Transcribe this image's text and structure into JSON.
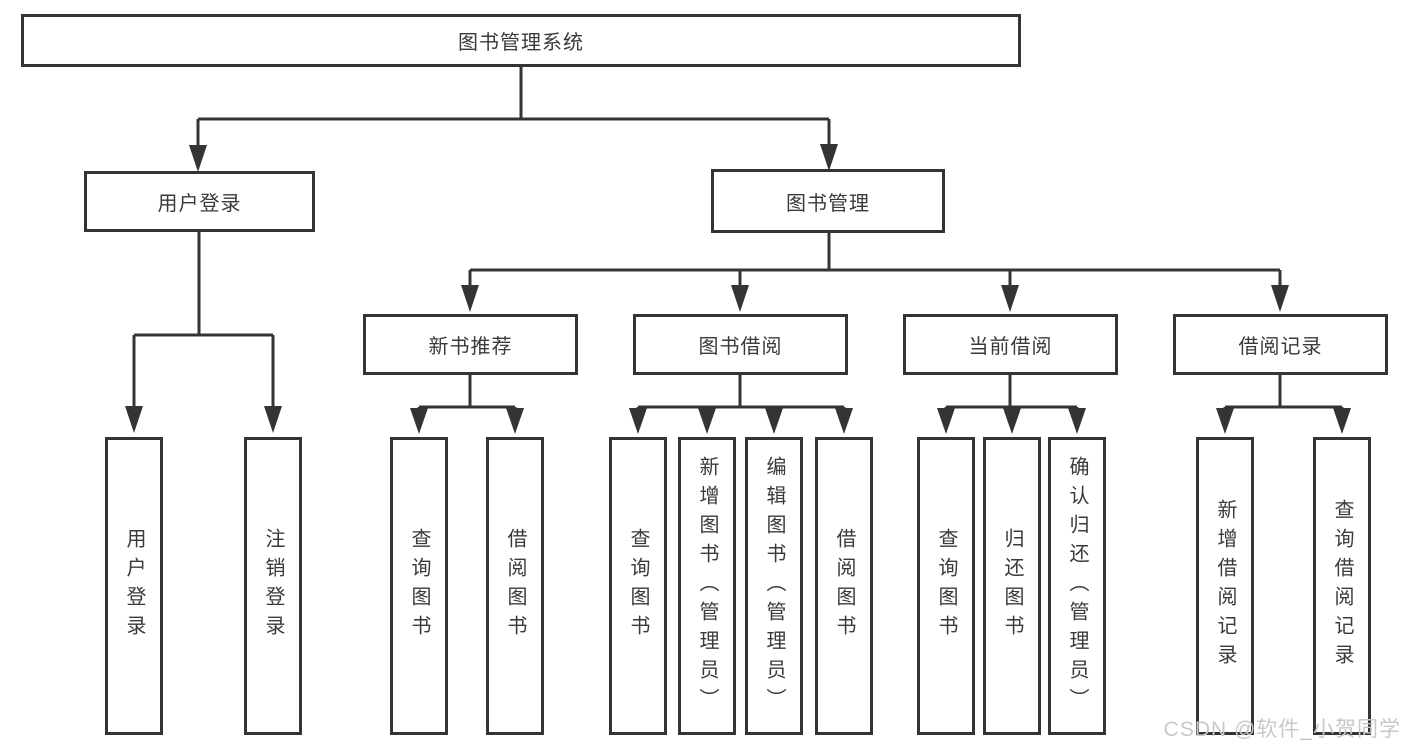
{
  "root": {
    "label": "图书管理系统"
  },
  "level2": [
    {
      "label": "用户登录"
    },
    {
      "label": "图书管理"
    }
  ],
  "level3": [
    {
      "label": "新书推荐"
    },
    {
      "label": "图书借阅"
    },
    {
      "label": "当前借阅"
    },
    {
      "label": "借阅记录"
    }
  ],
  "leaves": [
    {
      "label": "用户登录"
    },
    {
      "label": "注销登录"
    },
    {
      "label": "查询图书"
    },
    {
      "label": "借阅图书"
    },
    {
      "label": "查询图书"
    },
    {
      "label": "新增图书（管理员）"
    },
    {
      "label": "编辑图书（管理员）"
    },
    {
      "label": "借阅图书"
    },
    {
      "label": "查询图书"
    },
    {
      "label": "归还图书"
    },
    {
      "label": "确认归还（管理员）"
    },
    {
      "label": "新增借阅记录"
    },
    {
      "label": "查询借阅记录"
    }
  ],
  "watermark": "CSDN @软件_小贺同学",
  "colors": {
    "line": "#343434",
    "text": "#3a3a3a",
    "box_background": "#ffffff",
    "page_background": "#ffffff",
    "watermark": "#c8c8c8"
  }
}
